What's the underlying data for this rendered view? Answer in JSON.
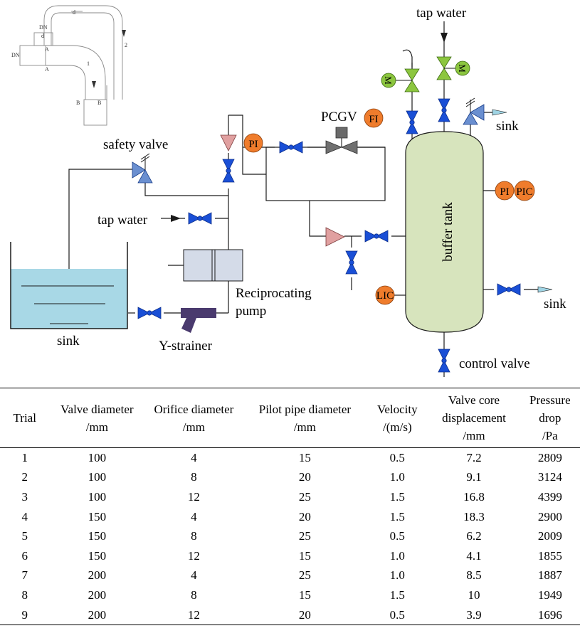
{
  "diagram": {
    "labels": {
      "tap_water_top": "tap water",
      "pcgv": "PCGV",
      "safety_valve": "safety valve",
      "tap_water_left": "tap water",
      "sink_tank": "sink",
      "reciprocating_pump_line1": "Reciprocating",
      "reciprocating_pump_line2": "pump",
      "y_strainer": "Y-strainer",
      "buffer_tank": "buffer tank",
      "sink_top_right": "sink",
      "sink_right": "sink",
      "control_valve": "control valve"
    },
    "instruments": {
      "pi_left": "PI",
      "fi": "FI",
      "pi_tank": "PI",
      "pic": "PIC",
      "lic": "LIC",
      "motor_left": "M",
      "motor_right": "M"
    },
    "inset": {
      "d1": "d",
      "dn_top": "DN",
      "d0": "d",
      "dn_left": "DN",
      "a_top": "A",
      "a_bottom": "A",
      "b_left": "B",
      "b_right": "B",
      "n1": "1",
      "n2": "2"
    }
  },
  "table": {
    "headers": [
      [
        "Trial"
      ],
      [
        "Valve diameter",
        "/mm"
      ],
      [
        "Orifice diameter",
        "/mm"
      ],
      [
        "Pilot pipe diameter",
        "/mm"
      ],
      [
        "Velocity",
        "/(m/s)"
      ],
      [
        "Valve core",
        "displacement",
        "/mm"
      ],
      [
        "Pressure",
        "drop",
        "/Pa"
      ]
    ],
    "rows": [
      [
        "1",
        "100",
        "4",
        "15",
        "0.5",
        "7.2",
        "2809"
      ],
      [
        "2",
        "100",
        "8",
        "20",
        "1.0",
        "9.1",
        "3124"
      ],
      [
        "3",
        "100",
        "12",
        "25",
        "1.5",
        "16.8",
        "4399"
      ],
      [
        "4",
        "150",
        "4",
        "20",
        "1.5",
        "18.3",
        "2900"
      ],
      [
        "5",
        "150",
        "8",
        "25",
        "0.5",
        "6.2",
        "2009"
      ],
      [
        "6",
        "150",
        "12",
        "15",
        "1.0",
        "4.1",
        "1855"
      ],
      [
        "7",
        "200",
        "4",
        "25",
        "1.0",
        "8.5",
        "1887"
      ],
      [
        "8",
        "200",
        "8",
        "15",
        "1.5",
        "10",
        "1949"
      ],
      [
        "9",
        "200",
        "12",
        "20",
        "0.5",
        "3.9",
        "1696"
      ]
    ]
  },
  "colors": {
    "valve_blue": "#1a4fd6",
    "instrument_orange": "#ef7c2c",
    "motor_green": "#8cc63f",
    "tank_fill": "#d7e4bd",
    "water_fill": "#a8d8e6",
    "pump_fill": "#d4dbe8"
  }
}
